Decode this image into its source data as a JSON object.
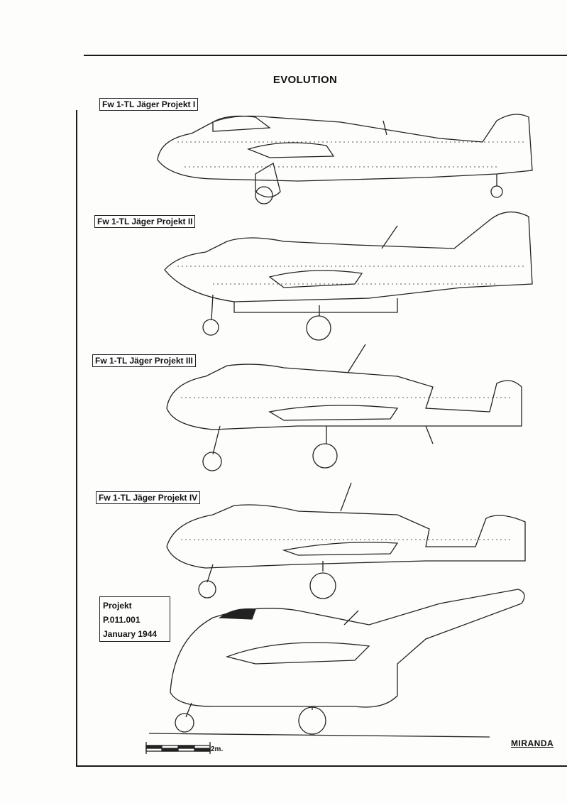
{
  "page": {
    "title": "EVOLUTION",
    "variants": [
      {
        "label": "Fw 1-TL Jäger Projekt I"
      },
      {
        "label": "Fw 1-TL Jäger Projekt II"
      },
      {
        "label": "Fw 1-TL Jäger Projekt III"
      },
      {
        "label": "Fw 1-TL Jäger Projekt IV"
      }
    ],
    "final_project": {
      "line1": "Projekt",
      "line2": "P.011.001",
      "line3": "January 1944"
    },
    "scale_label": "2m.",
    "signature": "MIRANDA"
  }
}
